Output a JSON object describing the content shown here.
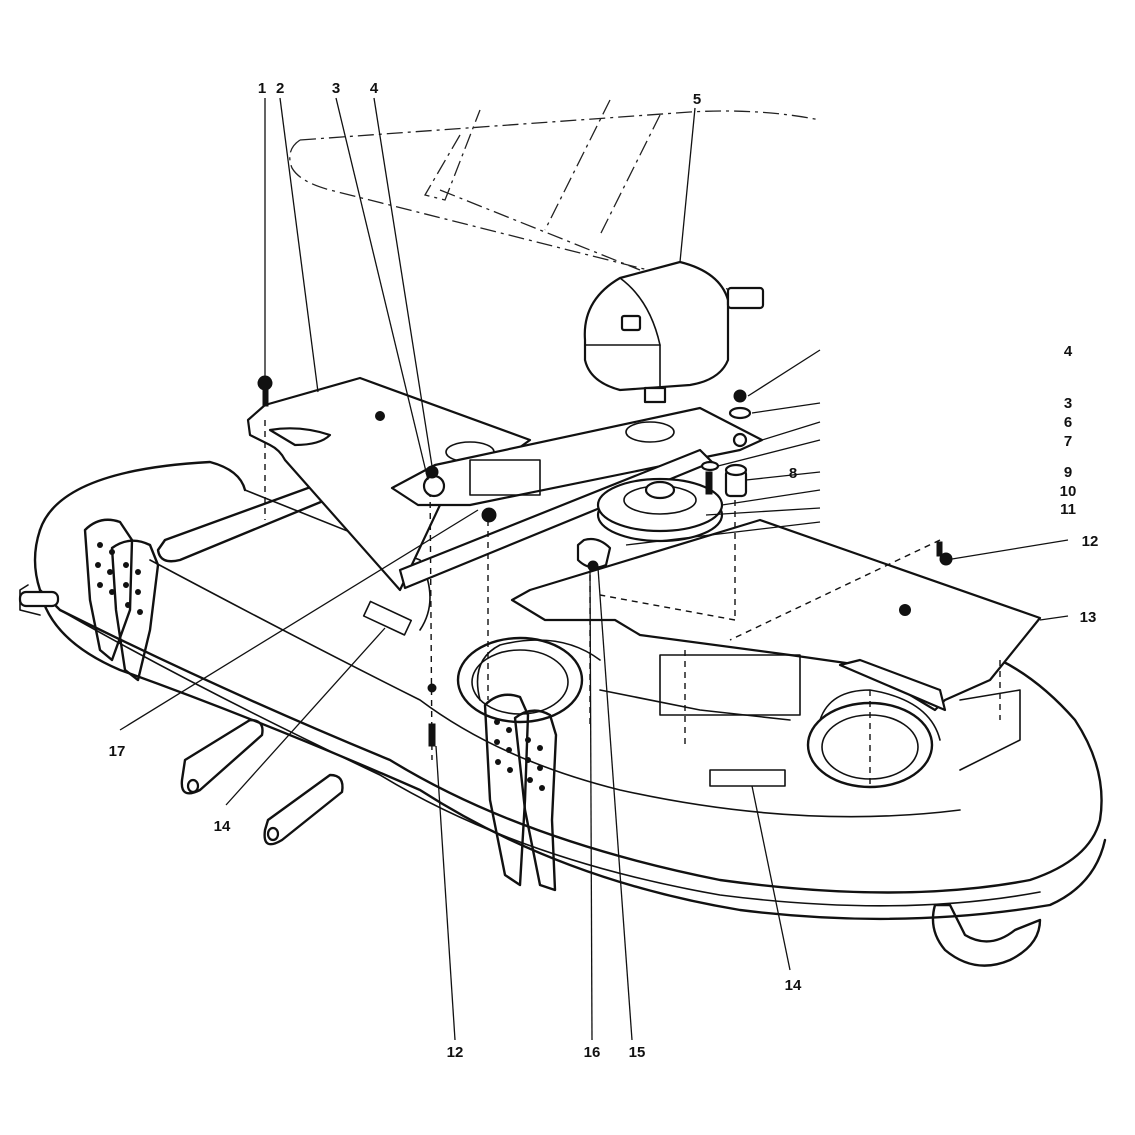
{
  "callouts": [
    {
      "id": "c1",
      "text": "1"
    },
    {
      "id": "c2",
      "text": "2"
    },
    {
      "id": "c3a",
      "text": "3"
    },
    {
      "id": "c4a",
      "text": "4"
    },
    {
      "id": "c5",
      "text": "5"
    },
    {
      "id": "c4b",
      "text": "4"
    },
    {
      "id": "c3b",
      "text": "3"
    },
    {
      "id": "c6",
      "text": "6"
    },
    {
      "id": "c7",
      "text": "7"
    },
    {
      "id": "c8",
      "text": "8"
    },
    {
      "id": "c9",
      "text": "9"
    },
    {
      "id": "c10",
      "text": "10"
    },
    {
      "id": "c11",
      "text": "11"
    },
    {
      "id": "c12a",
      "text": "12"
    },
    {
      "id": "c13",
      "text": "13"
    },
    {
      "id": "c17",
      "text": "17"
    },
    {
      "id": "c14a",
      "text": "14"
    },
    {
      "id": "c12b",
      "text": "12"
    },
    {
      "id": "c16",
      "text": "16"
    },
    {
      "id": "c15",
      "text": "15"
    },
    {
      "id": "c14b",
      "text": "14"
    }
  ],
  "colors": {
    "ink": "#111111",
    "paper": "#ffffff"
  }
}
